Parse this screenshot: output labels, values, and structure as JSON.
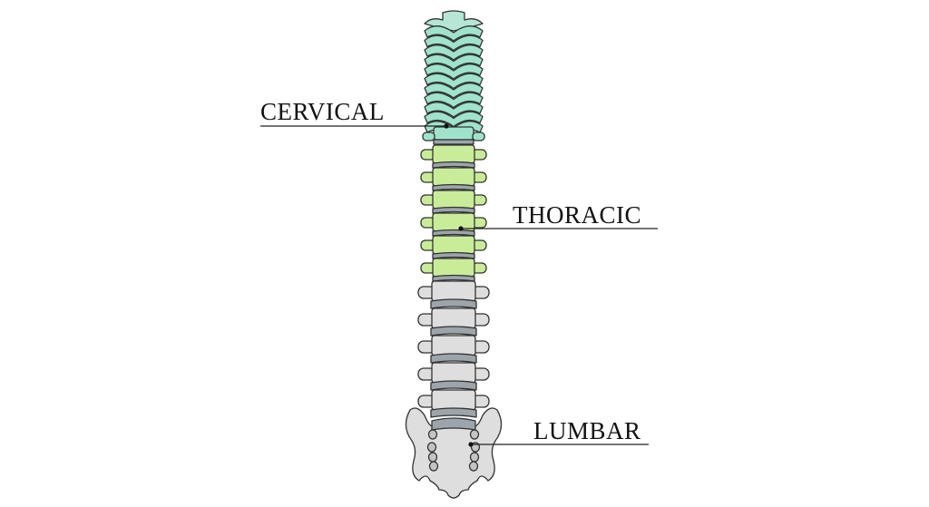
{
  "labels": {
    "cervical": "CERVICAL",
    "thoracic": "THORACIC",
    "lumbar": "LUMBAR"
  },
  "colors": {
    "cervical": "#9fe3cc",
    "thoracic": "#c9ec98",
    "lumbar": "#dedede",
    "disc": "#9ca5ab",
    "outline": "#333333"
  },
  "counts": {
    "cervical_segments": 11,
    "thoracic_vertebrae": 6,
    "lumbar_vertebrae": 5
  }
}
